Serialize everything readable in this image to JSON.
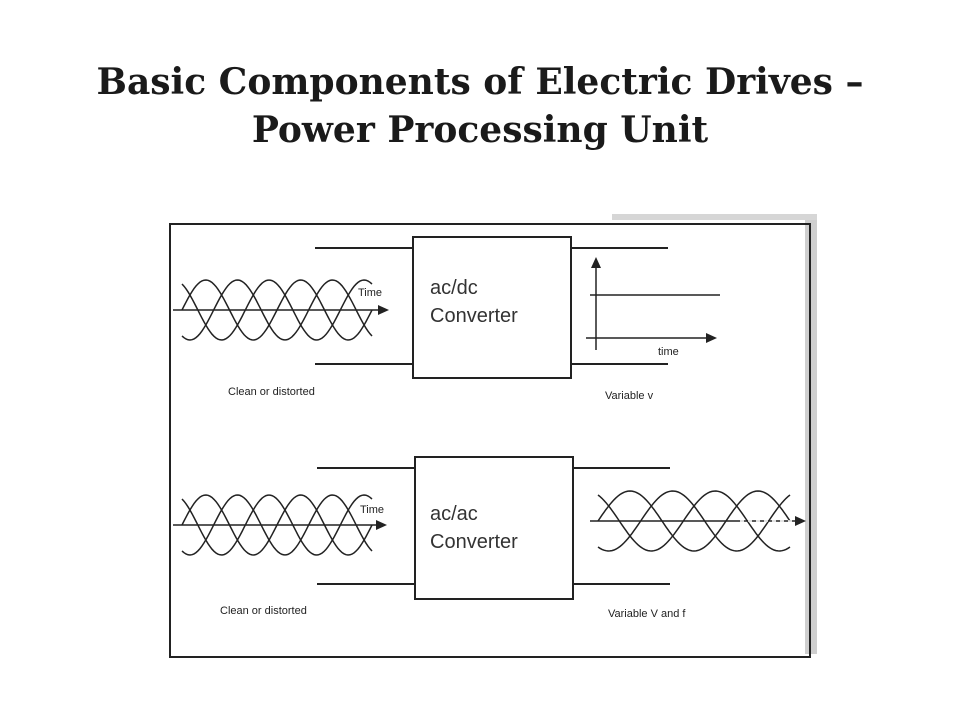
{
  "title": {
    "line1": "Basic Components of Electric Drives –",
    "line2": "Power Processing Unit"
  },
  "diagram": {
    "top": {
      "converter_line1": "ac/dc",
      "converter_line2": "Converter",
      "input_axis_label": "Time",
      "input_caption": "Clean or distorted",
      "output_axis_label": "time",
      "output_caption": "Variable v"
    },
    "bottom": {
      "converter_line1": "ac/ac",
      "converter_line2": "Converter",
      "input_axis_label": "Time",
      "input_caption": "Clean or distorted",
      "output_caption": "Variable V and f"
    }
  }
}
